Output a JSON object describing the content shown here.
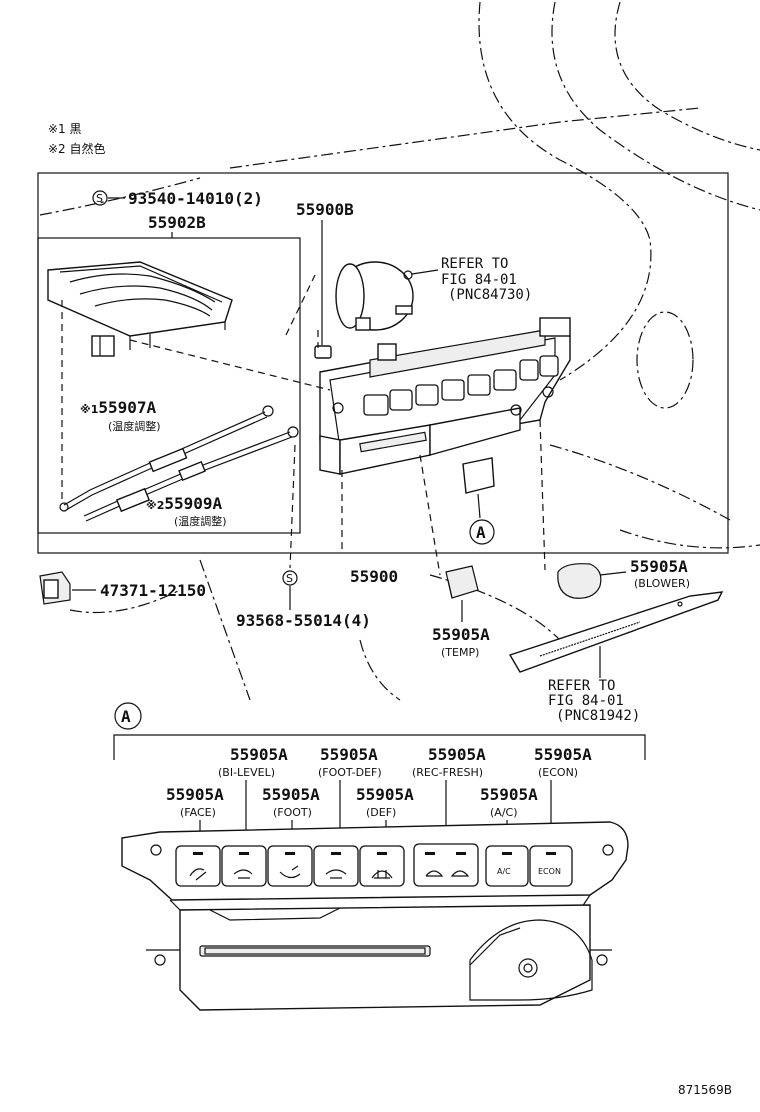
{
  "notes": [
    "※1 黒",
    "※2 自然色"
  ],
  "parts": {
    "screw_top": {
      "symbol": "S",
      "number": "93540-14010(2)"
    },
    "p55902B": "55902B",
    "p55900B": "55900B",
    "refer_top": {
      "line1": "REFER TO",
      "line2": "FIG 84-01",
      "line3": "(PNC84730)"
    },
    "p55907A": {
      "mark": "※1",
      "number": "55907A",
      "desc": "(温度調整)"
    },
    "p55909A": {
      "mark": "※2",
      "number": "55909A",
      "desc": "(温度調整)"
    },
    "p47371": "47371-12150",
    "p55900": "55900",
    "screw_bottom": {
      "symbol": "S",
      "number": "93568-55014(4)"
    },
    "blower": {
      "number": "55905A",
      "desc": "(BLOWER)"
    },
    "temp": {
      "number": "55905A",
      "desc": "(TEMP)"
    },
    "refer_bottom": {
      "line1": "REFER TO",
      "line2": "FIG 84-01",
      "line3": "(PNC81942)"
    },
    "callout_A": "A"
  },
  "detail_A": {
    "label": "A",
    "buttons": [
      {
        "number": "55905A",
        "desc": "(FACE)"
      },
      {
        "number": "55905A",
        "desc": "(BI-LEVEL)"
      },
      {
        "number": "55905A",
        "desc": "(FOOT)"
      },
      {
        "number": "55905A",
        "desc": "(FOOT-DEF)"
      },
      {
        "number": "55905A",
        "desc": "(DEF)"
      },
      {
        "number": "55905A",
        "desc": "(REC-FRESH)"
      },
      {
        "number": "55905A",
        "desc": "(A/C)"
      },
      {
        "number": "55905A",
        "desc": "(ECON)"
      }
    ],
    "ac_key": "A/C",
    "econ_key": "ECON"
  },
  "figure_id": "871569B"
}
